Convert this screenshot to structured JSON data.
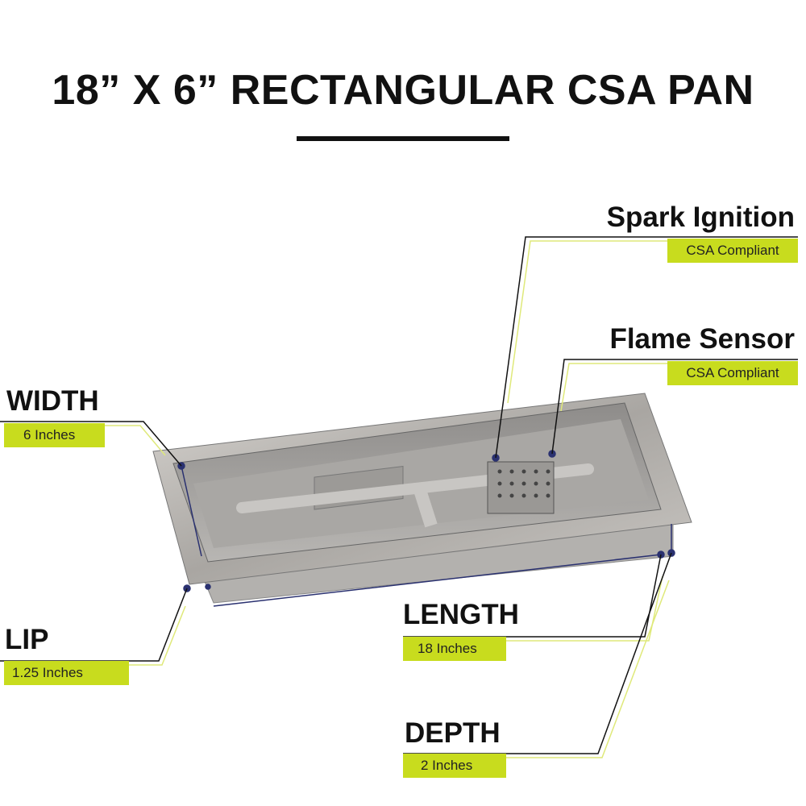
{
  "title": "18” X 6” RECTANGULAR CSA PAN",
  "callouts": {
    "spark": {
      "heading": "Spark Ignition",
      "value": "CSA Compliant"
    },
    "flame": {
      "heading": "Flame Sensor",
      "value": "CSA Compliant"
    },
    "width": {
      "heading": "WIDTH",
      "value": "6 Inches"
    },
    "lip": {
      "heading": "LIP",
      "value": "1.25 Inches"
    },
    "length": {
      "heading": "LENGTH",
      "value": "18 Inches"
    },
    "depth": {
      "heading": "DEPTH",
      "value": "2 Inches"
    }
  },
  "colors": {
    "accent": "#c8dc1e",
    "line": "#111111",
    "marker": "#2a3170"
  }
}
